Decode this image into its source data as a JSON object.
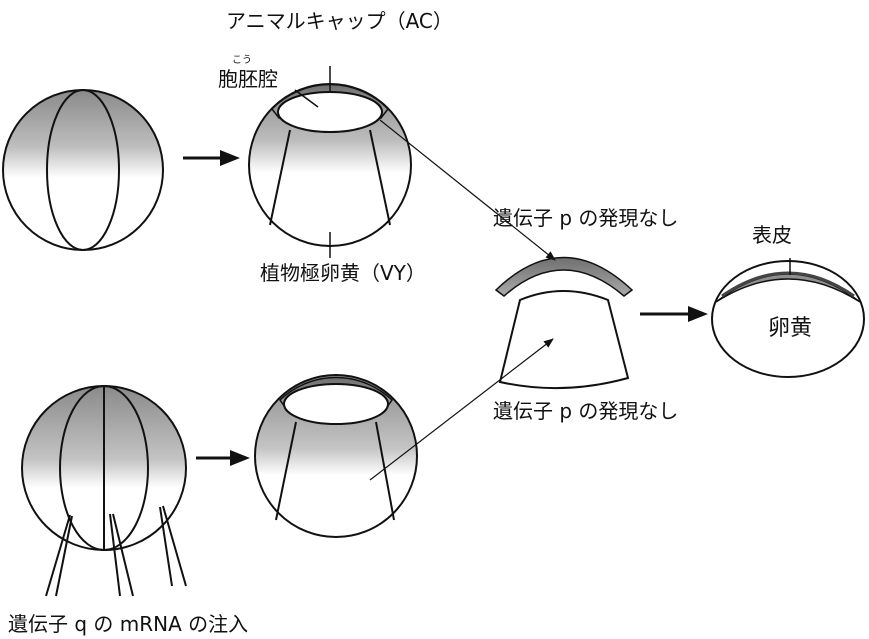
{
  "labels": {
    "animal_cap": "アニマルキャップ（AC）",
    "blastocoel": "胞胚腔",
    "blastocoel_ruby": "こう",
    "vegetal_yolk": "植物極卵黄（VY）",
    "gene_p_none_top": "遺伝子 p の発現なし",
    "gene_p_none_bottom": "遺伝子 p の発現なし",
    "epidermis": "表皮",
    "yolk": "卵黄",
    "mrna_injection": "遺伝子 q の mRNA の注入"
  }
}
